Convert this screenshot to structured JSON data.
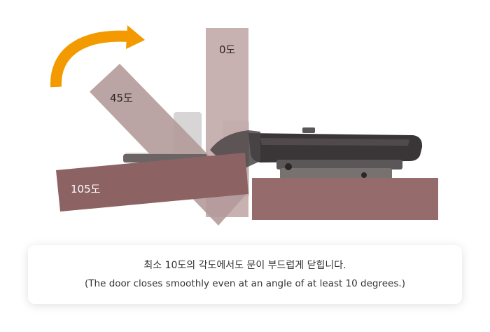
{
  "figure": {
    "labels": {
      "zero": "0도",
      "forty_five": "45도",
      "one_oh_five": "105도"
    },
    "colors": {
      "arrow": "#f39a00",
      "bar_light": "#c2a9a9",
      "bar_mid": "#b49a9a",
      "bar_dark": "#8c6262",
      "base_block": "#966b6b",
      "hinge_metal": "#3a3536"
    }
  },
  "caption": {
    "korean": "최소 10도의 각도에서도 문이 부드럽게 닫힙니다.",
    "english": "(The door closes smoothly even at an angle of at least 10 degrees.)"
  }
}
